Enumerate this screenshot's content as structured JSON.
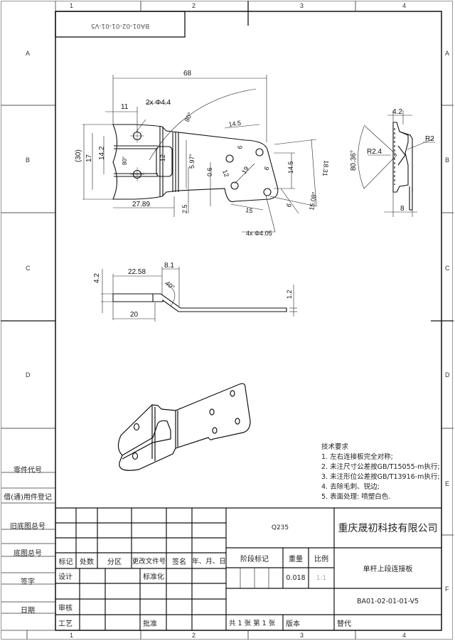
{
  "drawing": {
    "mirrored_code": "BA01-02-01-01-V5",
    "zones": {
      "columns": [
        "1",
        "2",
        "3",
        "4"
      ],
      "rows": [
        "A",
        "B",
        "C",
        "D",
        "E",
        "F"
      ]
    },
    "front_view": {
      "dims": {
        "overall_length": "68",
        "hole_offset": "11",
        "hole_callout_2x": "2x Φ4.4",
        "height_ref": "(30)",
        "height_17": "17",
        "height_14_2": "14.2",
        "angle_80_inner": "80°",
        "slot_12": "12",
        "angle_80_outer": "80°",
        "angle_5_97": "5.97°",
        "offset_0_6": "0.6",
        "offset_2_5": "2.5",
        "length_27_89": "27.89",
        "pitch_14_5_top": "14.5",
        "pitch_6_a": "6",
        "pitch_12": "12",
        "pitch_19": "19",
        "pitch_6_b": "6",
        "pitch_14_5_right": "14.5",
        "height_18_31": "18.31",
        "pitch_15": "15",
        "pitch_6_c": "6",
        "angle_15_08": "15.08°",
        "hole_callout_4x": "4x Φ4.05"
      }
    },
    "side_view": {
      "dims": {
        "width_4_2": "4.2",
        "radius_r2": "R2",
        "radius_r2_4": "R2.4",
        "angle_80_36": "80.36°",
        "width_8": "8"
      }
    },
    "top_view": {
      "dims": {
        "height_4_2": "4.2",
        "length_22_58": "22.58",
        "length_8_1": "8.1",
        "angle_40": "40°",
        "thickness_1_2": "1.2",
        "length_20": "20"
      }
    },
    "technical_requirements": {
      "title": "技术要求",
      "items": [
        "1. 左右连接板完全对称;",
        "2. 未注尺寸公差按GB/T15055-m执行;",
        "3. 未注形位公差按GB/T13916-m执行;",
        "4. 去除毛刺、锐边;",
        "5. 表面处理: 喷塑白色."
      ]
    }
  },
  "left_register": {
    "labels": [
      "零件代号",
      "借(通)用件登记",
      "旧底图总号",
      "底图总号",
      "签字",
      "日期"
    ]
  },
  "title_block": {
    "revision_headers": [
      "标记",
      "处数",
      "分区",
      "更改文件号",
      "签名",
      "年、月、日"
    ],
    "sign_rows": {
      "design": "设计",
      "standardization": "标准化",
      "review": "审核",
      "process": "工艺",
      "approval": "批准"
    },
    "material": "Q235",
    "company": "重庆晟初科技有限公司",
    "stage_mark_label": "阶段标记",
    "weight_label": "重量",
    "scale_label": "比例",
    "weight_value": "0.018",
    "scale_value": "1:1",
    "part_name": "单杆上段连接板",
    "drawing_number": "BA01-02-01-01-V5",
    "sheets": "共 1 张  第 1 张",
    "version_label": "版本",
    "replace_label": "替代"
  }
}
